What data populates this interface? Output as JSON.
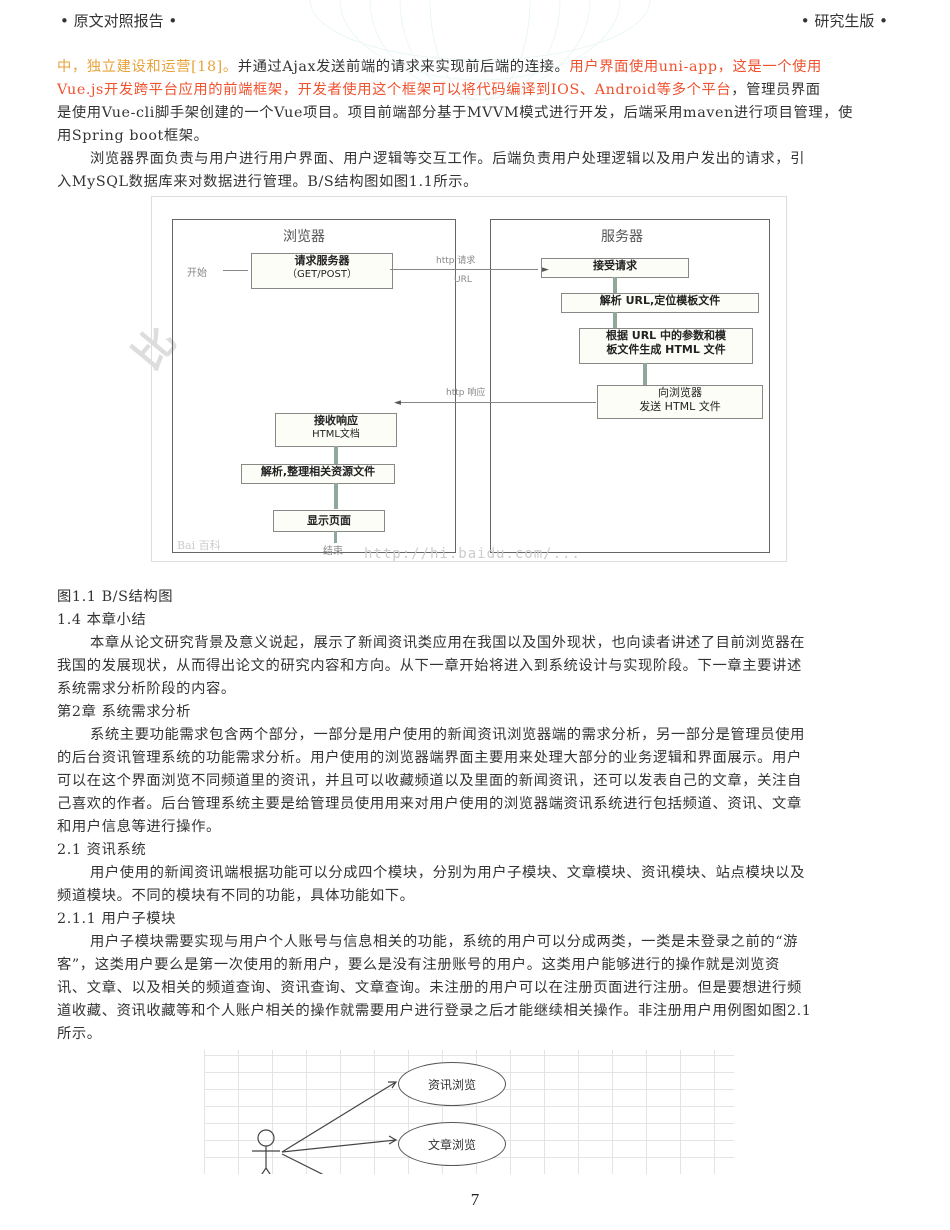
{
  "header": {
    "left": "• 原文对照报告 •",
    "right": "• 研究生版 •"
  },
  "paragraph_1": {
    "line_1": [
      {
        "text": "中，独立建设和运营[18]。",
        "color": "orange"
      },
      {
        "text": "并通过Ajax发送前端的请求来实现前后端的连接。",
        "color": "normal"
      },
      {
        "text": "用户界面使用uni-app，这是一个使用",
        "color": "red"
      }
    ],
    "line_2": [
      {
        "text": "Vue.js开发跨平台应用的前端框架，开发者使用这个框架可以将代码编译到IOS、Android等多个平台",
        "color": "red"
      },
      {
        "text": "，管理员界面",
        "color": "normal"
      }
    ],
    "line_3": "是使用Vue-cli脚手架创建的一个Vue项目。项目前端部分基于MVVM模式进行开发，后端采用maven进行项目管理，使",
    "line_4": "用Spring boot框架。"
  },
  "paragraph_2": {
    "line_1": "浏览器界面负责与用户进行用户界面、用户逻辑等交互工作。后端负责用户处理逻辑以及用户发出的请求，引",
    "line_2": "入MySQL数据库来对数据进行管理。B/S结构图如图1.1所示。"
  },
  "figure_1": {
    "caption": "图1.1 B/S结构图",
    "browser_panel": {
      "title": "浏览器",
      "start_label": "开始",
      "box_request": {
        "title": "请求服务器",
        "sub": "（GET/POST）"
      },
      "box_receive": {
        "title": "接收响应",
        "sub": "HTML文档"
      },
      "box_parse": "解析,整理相关资源文件",
      "box_display": "显示页面",
      "end_label": "结束"
    },
    "server_panel": {
      "title": "服务器",
      "box_accept": "接受请求",
      "box_parse_url": "解析 URL,定位模板文件",
      "box_generate": {
        "line_1": "根据 URL 中的参数和模",
        "line_2": "板文件生成 HTML 文件"
      },
      "box_send": {
        "line_1": "向浏览器",
        "line_2": "发送 HTML 文件"
      }
    },
    "arrows": {
      "request_label": "http 请求",
      "url_label": "URL",
      "response_label": "http 响应"
    },
    "watermark_url": "http://hi.baidu.com/..."
  },
  "section_1_4": {
    "heading": "1.4 本章小结",
    "line_1": "本章从论文研究背景及意义说起，展示了新闻资讯类应用在我国以及国外现状，也向读者讲述了目前浏览器在",
    "line_2": "我国的发展现状，从而得出论文的研究内容和方向。从下一章开始将进入到系统设计与实现阶段。下一章主要讲述",
    "line_3": "系统需求分析阶段的内容。"
  },
  "chapter_2": {
    "heading": "第2章 系统需求分析",
    "line_1": "系统主要功能需求包含两个部分，一部分是用户使用的新闻资讯浏览器端的需求分析，另一部分是管理员使用",
    "line_2": "的后台资讯管理系统的功能需求分析。用户使用的浏览器端界面主要用来处理大部分的业务逻辑和界面展示。用户",
    "line_3": "可以在这个界面浏览不同频道里的资讯，并且可以收藏频道以及里面的新闻资讯，还可以发表自己的文章，关注自",
    "line_4": "己喜欢的作者。后台管理系统主要是给管理员使用用来对用户使用的浏览器端资讯系统进行包括频道、资讯、文章",
    "line_5": "和用户信息等进行操作。"
  },
  "section_2_1": {
    "heading": "2.1 资讯系统",
    "line_1": "用户使用的新闻资讯端根据功能可以分成四个模块，分别为用户子模块、文章模块、资讯模块、站点模块以及",
    "line_2": "频道模块。不同的模块有不同的功能，具体功能如下。"
  },
  "section_2_1_1": {
    "heading": "2.1.1 用户子模块",
    "line_1": "用户子模块需要实现与用户个人账号与信息相关的功能，系统的用户可以分成两类，一类是未登录之前的“游",
    "line_2": "客”，这类用户要么是第一次使用的新用户，要么是没有注册账号的用户。这类用户能够进行的操作就是浏览资",
    "line_3": "讯、文章、以及相关的频道查询、资讯查询、文章查询。未注册的用户可以在注册页面进行注册。但是要想进行频",
    "line_4": "道收藏、资讯收藏等和个人账户相关的操作就需要用户进行登录之后才能继续相关操作。非注册用户用例图如图2.1",
    "line_5": "所示。"
  },
  "figure_2": {
    "usecase_1": "资讯浏览",
    "usecase_2": "文章浏览"
  },
  "footer": {
    "page_number": "7"
  },
  "colors": {
    "orange_highlight": "#e8a33a",
    "red_highlight": "#f0522e",
    "body_text": "#333333"
  }
}
